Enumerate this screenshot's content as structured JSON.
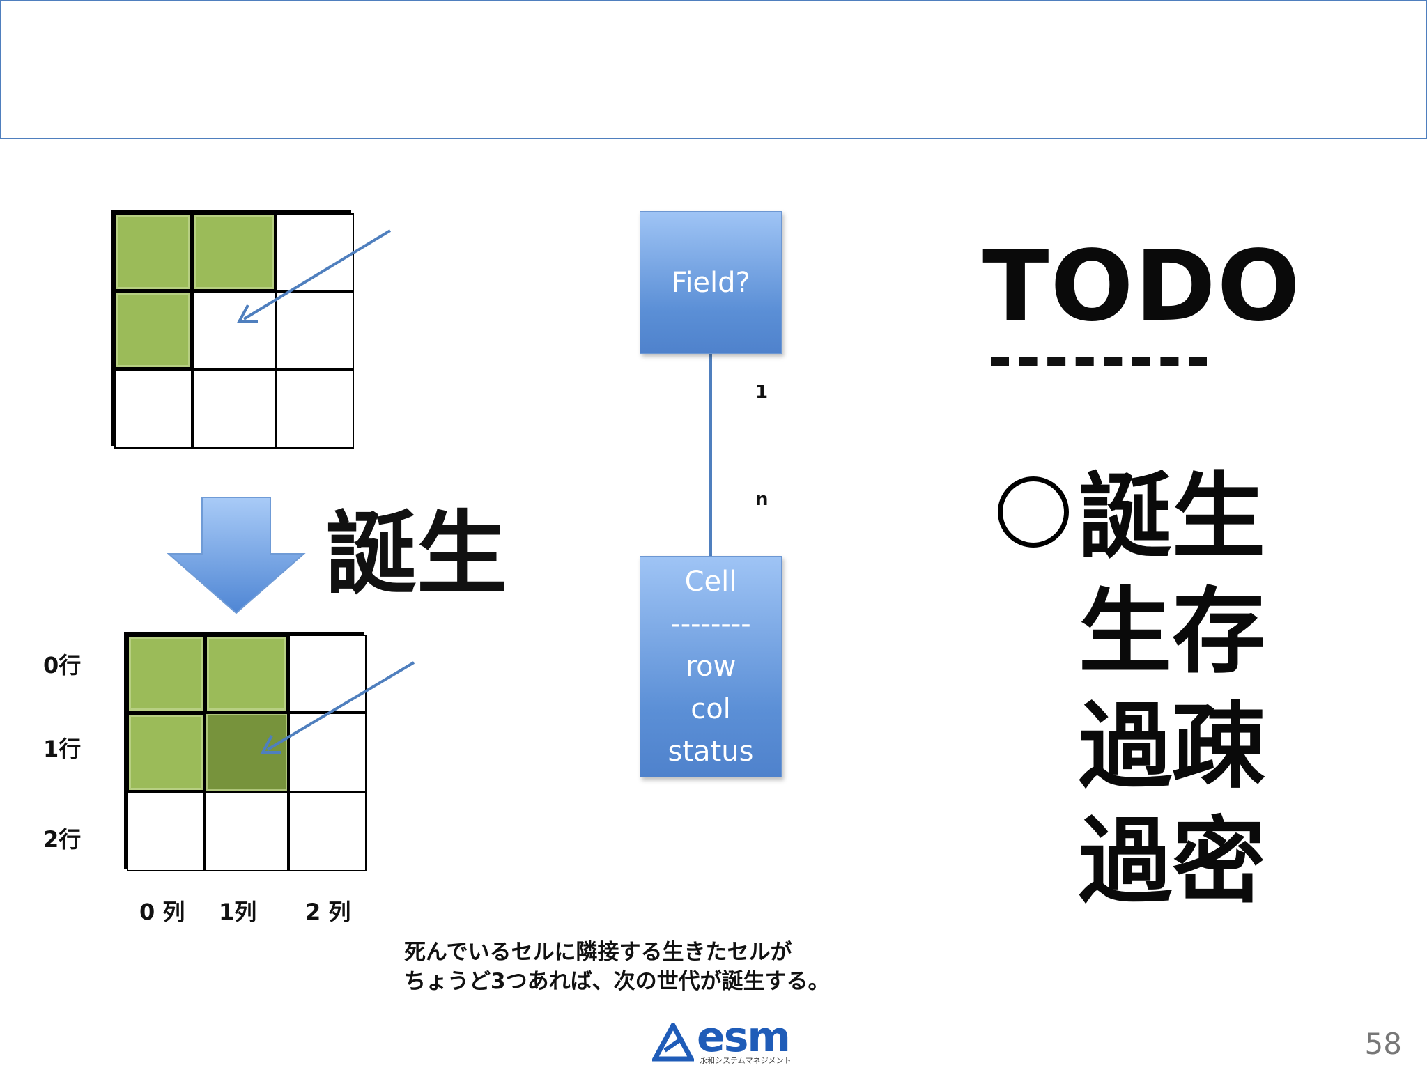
{
  "slide": {
    "title": "",
    "page_number": "58"
  },
  "grid_before": {
    "cells": [
      [
        "live",
        "live",
        "empty"
      ],
      [
        "live",
        "empty",
        "empty"
      ],
      [
        "empty",
        "empty",
        "empty"
      ]
    ]
  },
  "transition_label": "誕生",
  "grid_after": {
    "cells": [
      [
        "live",
        "live",
        "empty"
      ],
      [
        "live",
        "born",
        "empty"
      ],
      [
        "empty",
        "empty",
        "empty"
      ]
    ],
    "row_labels": [
      "0行",
      "1行",
      "2行"
    ],
    "col_labels": [
      "0 列",
      "1列",
      "2 列"
    ]
  },
  "uml": {
    "field_box": "Field?",
    "multiplicity_top": "1",
    "multiplicity_bottom": "n",
    "cell_box": {
      "name": "Cell",
      "separator": "--------",
      "attributes": [
        "row",
        "col",
        "status"
      ]
    }
  },
  "todo": {
    "title": "TODO",
    "items": [
      "誕生",
      "生存",
      "過疎",
      "過密"
    ],
    "done_mark": "○"
  },
  "caption": {
    "line1": "死んでいるセルに隣接する生きたセルが",
    "line2": "ちょうど3つあれば、次の世代が誕生する。"
  },
  "logo": {
    "word": "esm",
    "subtitle": "永和システムマネジメント"
  },
  "colors": {
    "live_cell": "#9bbb59",
    "born_cell": "#77933c",
    "uml_box": "#5b8fd6",
    "arrow": "#4f7fbe"
  }
}
